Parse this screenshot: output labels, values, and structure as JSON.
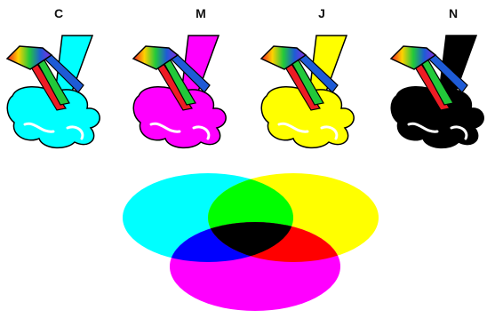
{
  "figure": {
    "panels": [
      {
        "key": "c",
        "label": "C",
        "ink_color": "#00ffff"
      },
      {
        "key": "m",
        "label": "M",
        "ink_color": "#ff00ff"
      },
      {
        "key": "j",
        "label": "J",
        "ink_color": "#ffff00"
      },
      {
        "key": "n",
        "label": "N",
        "ink_color": "#000000"
      }
    ],
    "prism_colors": {
      "red": "#ee1c24",
      "green": "#22c93a",
      "blue": "#1e5bd6",
      "cyan": "#00ffff",
      "magenta": "#ff00ff",
      "yellow": "#ffff00"
    },
    "venn": {
      "circles": [
        {
          "name": "cyan",
          "color": "#00ffff"
        },
        {
          "name": "yellow",
          "color": "#ffff00"
        },
        {
          "name": "magenta",
          "color": "#ff00ff"
        }
      ],
      "overlaps": {
        "cyan_yellow": "#00ff00",
        "cyan_magenta": "#0000ff",
        "yellow_magenta": "#ff0000",
        "all": "#000000"
      }
    }
  }
}
